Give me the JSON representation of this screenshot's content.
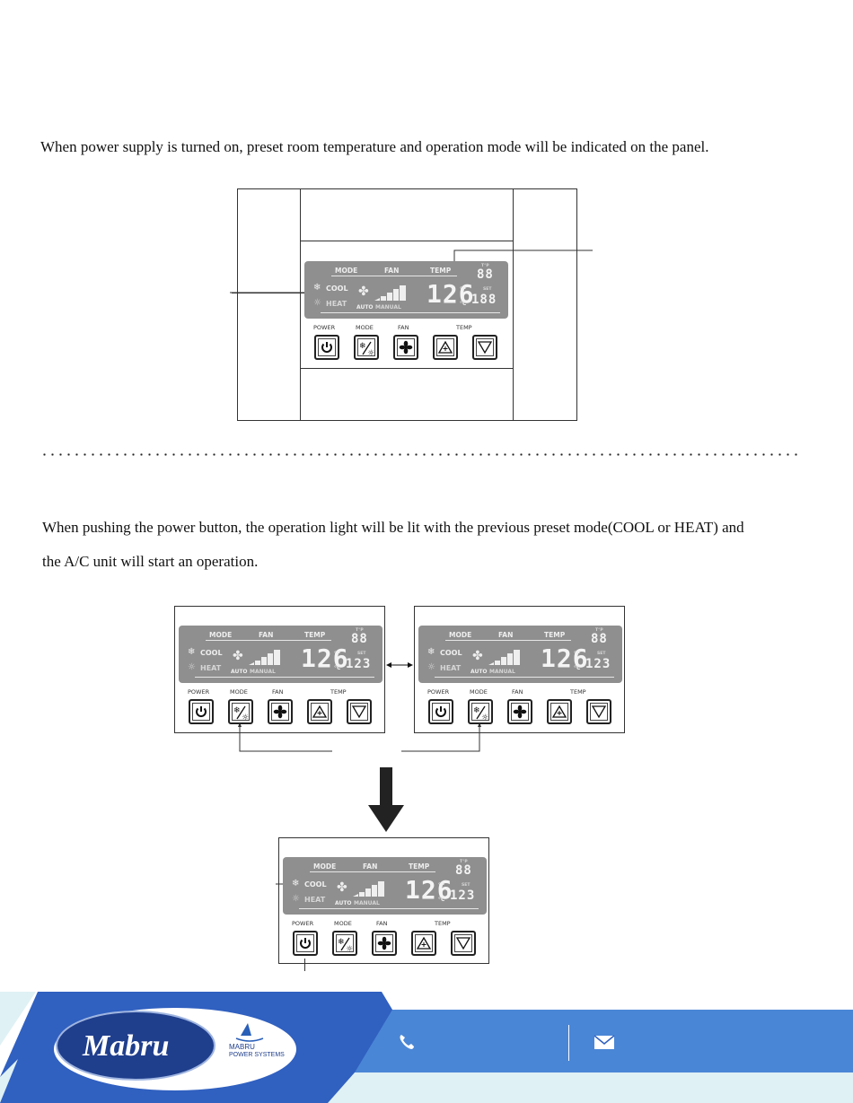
{
  "section1": {
    "text": "When power supply is turned on, preset room temperature and operation mode will be indicated on the panel."
  },
  "section2": {
    "text_line1": "When pushing the power button, the operation light will be lit with the previous preset mode(COOL or HEAT) and",
    "text_line2": "the A/C unit will start an operation."
  },
  "panel": {
    "mode_label": "MODE",
    "fan_label": "FAN",
    "temp_label": "TEMP",
    "cool_label": "COOL",
    "heat_label": "HEAT",
    "auto_label": "AUTO",
    "manual_label": "MANUAL",
    "main_temp": "126",
    "top_small": "88",
    "set_small": "188",
    "set_small_alt": "123",
    "unit_f": "°F",
    "unit_c": "°C",
    "set_label": "SET",
    "tp_label": "T°P",
    "btn_power": "POWER",
    "btn_mode": "MODE",
    "btn_fan": "FAN",
    "btn_temp": "TEMP"
  },
  "footer": {
    "logo_text": "Mabru",
    "logo_sub1": "MABRU",
    "logo_sub2": "POWER SYSTEMS",
    "icons": [
      "phone-icon",
      "mail-icon"
    ],
    "colors": {
      "blue_dark": "#2f5fbf",
      "blue_light": "#4a86d6",
      "aqua": "#dff1f4"
    }
  }
}
